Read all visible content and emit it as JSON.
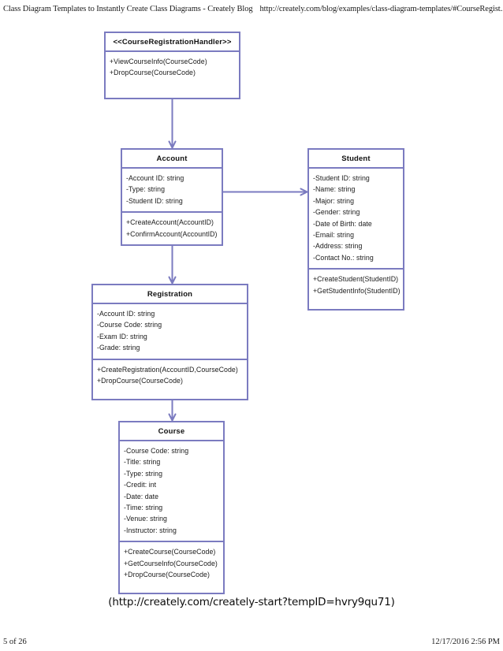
{
  "print_header": {
    "title": "Class Diagram Templates to Instantly Create Class Diagrams - Creately Blog",
    "url": "http://creately.com/blog/examples/class-diagram-templates/#CourseRegist..."
  },
  "print_footer": {
    "page": "5 of 26",
    "timestamp": "12/17/2016 2:56 PM"
  },
  "caption": {
    "text": "(http://creately.com/creately-start?tempID=hvry9qu71)"
  },
  "colors": {
    "border": "#7b7bc0",
    "connector": "#7b7bc0",
    "background": "#ffffff",
    "text": "#1b1b1b"
  },
  "diagram": {
    "type": "uml-class-diagram",
    "classes": [
      {
        "id": "handler",
        "name": "<<CourseRegistrationHandler>>",
        "attributes": [],
        "methods": [
          "+ViewCourseInfo(CourseCode)",
          "+DropCourse(CourseCode)"
        ]
      },
      {
        "id": "account",
        "name": "Account",
        "attributes": [
          "-Account ID: string",
          "-Type: string",
          "-Student ID: string"
        ],
        "methods": [
          "+CreateAccount(AccountID)",
          "+ConfirmAccount(AccountID)"
        ]
      },
      {
        "id": "student",
        "name": "Student",
        "attributes": [
          "-Student ID: string",
          "-Name: string",
          "-Major: string",
          "-Gender: string",
          "-Date of Birth: date",
          "-Email: string",
          "-Address: string",
          "-Contact No.: string"
        ],
        "methods": [
          "+CreateStudent(StudentID)",
          "+GetStudentInfo(StudentID)"
        ]
      },
      {
        "id": "registration",
        "name": "Registration",
        "attributes": [
          "-Account ID: string",
          "-Course Code: string",
          "-Exam ID: string",
          "-Grade: string"
        ],
        "methods": [
          "+CreateRegistration(AccountID,CourseCode)",
          "+DropCourse(CourseCode)"
        ]
      },
      {
        "id": "course",
        "name": "Course",
        "attributes": [
          "-Course Code: string",
          "-Title: string",
          "-Type: string",
          "-Credit: int",
          "-Date: date",
          "-Time: string",
          "-Venue: string",
          "-Instructor: string"
        ],
        "methods": [
          "+CreateCourse(CourseCode)",
          "+GetCourseInfo(CourseCode)",
          "+DropCourse(CourseCode)"
        ]
      }
    ],
    "connectors": [
      {
        "from": "handler",
        "to": "account",
        "style": "open-arrow",
        "direction": "down"
      },
      {
        "from": "account",
        "to": "student",
        "style": "open-arrow",
        "direction": "right"
      },
      {
        "from": "account",
        "to": "registration",
        "style": "open-arrow",
        "direction": "down"
      },
      {
        "from": "registration",
        "to": "course",
        "style": "open-arrow",
        "direction": "down"
      }
    ]
  }
}
